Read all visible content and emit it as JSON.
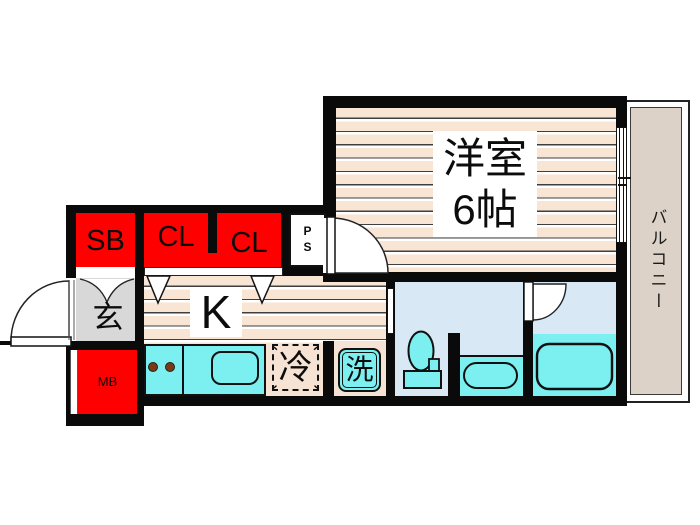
{
  "plan_title": "apartment-floor-plan",
  "rooms": {
    "western_room": {
      "name_line1": "洋室",
      "name_line2": "6帖"
    },
    "balcony": {
      "name": "バルコニー"
    },
    "kitchen": {
      "name": "K"
    },
    "entrance": {
      "name": "玄"
    },
    "shoe_box": {
      "name": "SB"
    },
    "closet_1": {
      "name": "CL"
    },
    "closet_2": {
      "name": "CL"
    },
    "pipe_space": {
      "line1": "P",
      "line2": "S"
    },
    "meter_box": {
      "name": "MB"
    },
    "refrigerator_space": {
      "name": "冷"
    },
    "washer_space": {
      "name": "洗"
    }
  },
  "colors": {
    "wall": "#0a0a0a",
    "closet_red": "#fe0000",
    "floor_stripe_beige": "#f9e5d4",
    "balcony_beige": "#dcd2c7",
    "entrance_gray": "#d8d8d8",
    "fixture_cyan": "#7cf0f0",
    "wet_area_blue": "#d9e8f5",
    "burner_brown": "#7b3a12"
  }
}
